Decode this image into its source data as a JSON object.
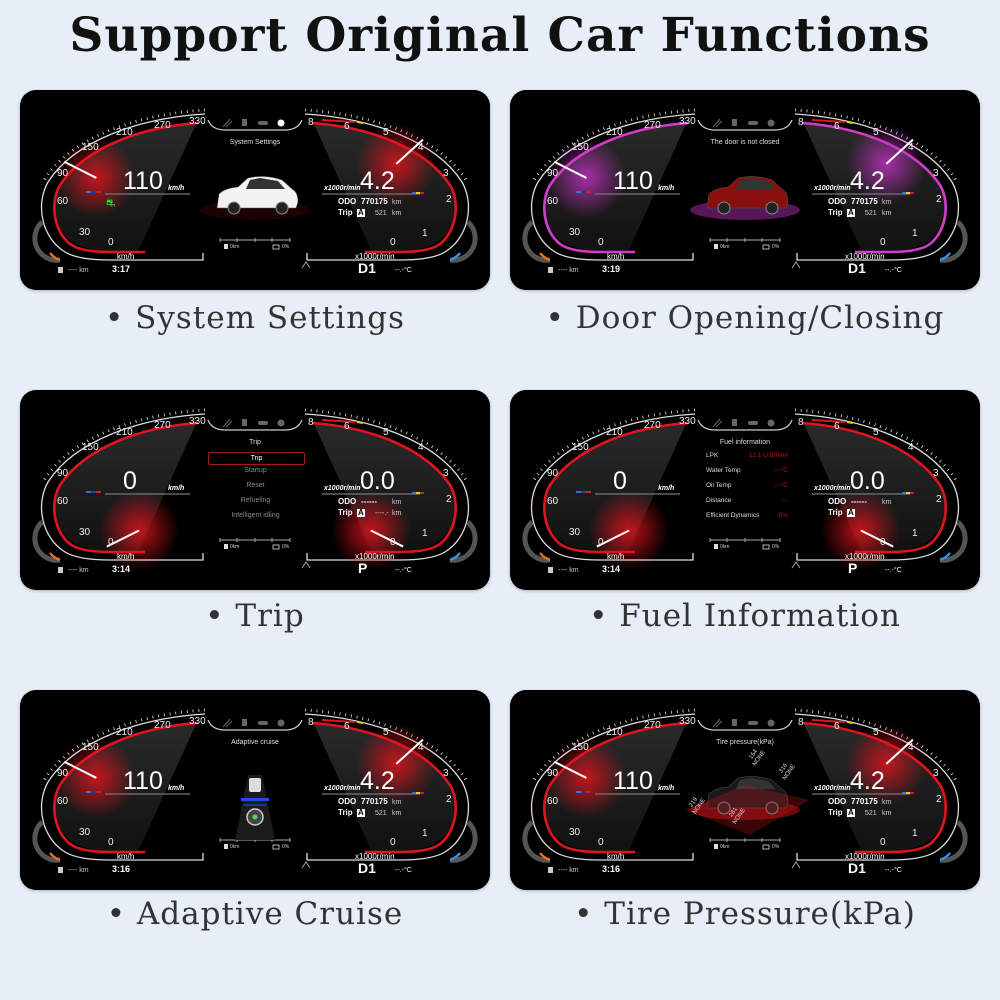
{
  "title": "Support Original Car Functions",
  "speed_ticks": [
    "0",
    "30",
    "60",
    "90",
    "150",
    "210",
    "270",
    "330"
  ],
  "rpm_ticks": [
    "0",
    "1",
    "2",
    "3",
    "4",
    "5",
    "6",
    "8"
  ],
  "labels": {
    "speed_unit": "km/h",
    "rpm_unit": "x1000r/min",
    "odo": "ODO",
    "trip": "Trip",
    "trip_badge": "A",
    "range": "---- km"
  },
  "panels": [
    {
      "caption": "• System  Settings",
      "type": "car",
      "center_title": "System Settings",
      "speed": "110",
      "rpm": "4.2",
      "odo_value": "770175",
      "odo_unit": "km",
      "trip_value": "521",
      "trip_unit": "km",
      "time": "3:17",
      "gear": "D1",
      "temp": "--.-°C",
      "fuel_km": "0km",
      "fuel_pct": "0%",
      "accent": "#e0141e",
      "car_color": "#f2f2f2",
      "glow": "#e0141e"
    },
    {
      "caption": "• Door  Opening/Closing",
      "type": "car",
      "center_title": "The door is not closed",
      "speed": "110",
      "rpm": "4.2",
      "odo_value": "770175",
      "odo_unit": "km",
      "trip_value": "521",
      "trip_unit": "km",
      "time": "3:19",
      "gear": "D1",
      "temp": "--.-°C",
      "fuel_km": "0km",
      "fuel_pct": "0%",
      "accent": "#d23cc8",
      "car_color": "#8a1010",
      "glow": "#c030c0"
    },
    {
      "caption": "• Trip",
      "type": "menu",
      "center_title": "Trip",
      "menu": [
        "Trip",
        "Startup",
        "Reset",
        "Refueling",
        "Intelligent idling"
      ],
      "speed": "0",
      "rpm": "0.0",
      "odo_value": "------",
      "odo_unit": "km",
      "trip_value": "----.-",
      "trip_unit": "km",
      "time": "3:14",
      "gear": "P",
      "temp": "--.-°C",
      "fuel_km": "0km",
      "fuel_pct": "0%",
      "accent": "#e0141e",
      "glow": "#e0141e"
    },
    {
      "caption": "• Fuel  Information",
      "type": "list",
      "center_title": "Fuel information",
      "list": [
        {
          "label": "LPK",
          "value": "12.1 L/100km"
        },
        {
          "label": "Water Temp",
          "value": "---°C"
        },
        {
          "label": "Oil Temp",
          "value": "---°C"
        },
        {
          "label": "Distance",
          "value": "---"
        },
        {
          "label": "Efficient Dynamics",
          "value": "0%"
        }
      ],
      "speed": "0",
      "rpm": "0.0",
      "odo_value": "------",
      "odo_unit": "km",
      "trip_value": "",
      "trip_unit": "",
      "time": "3:14",
      "gear": "P",
      "temp": "--.-°C",
      "fuel_km": "0km",
      "fuel_pct": "0%",
      "accent": "#e0141e",
      "glow": "#e0141e"
    },
    {
      "caption": "• Adaptive  Cruise",
      "type": "cruise",
      "center_title": "Adaptive cruise",
      "speed": "110",
      "rpm": "4.2",
      "odo_value": "770175",
      "odo_unit": "km",
      "trip_value": "521",
      "trip_unit": "km",
      "time": "3:16",
      "gear": "D1",
      "temp": "--.-°C",
      "fuel_km": "0km",
      "fuel_pct": "0%",
      "accent": "#e0141e",
      "glow": "#e0141e"
    },
    {
      "caption": "• Tire  Pressure(kPa)",
      "type": "tire",
      "center_title": "Tire pressure(kPa)",
      "tires": [
        {
          "value": "154",
          "status": "NONE"
        },
        {
          "value": "316",
          "status": "NONE"
        },
        {
          "value": "219",
          "status": "NONE"
        },
        {
          "value": "281",
          "status": "NONE"
        }
      ],
      "speed": "110",
      "rpm": "4.2",
      "odo_value": "770175",
      "odo_unit": "km",
      "trip_value": "521",
      "trip_unit": "km",
      "time": "3:16",
      "gear": "D1",
      "temp": "--.-°C",
      "fuel_km": "0km",
      "fuel_pct": "0%",
      "accent": "#e0141e",
      "car_color": "#1a1a1a",
      "glow": "#e0141e"
    }
  ]
}
